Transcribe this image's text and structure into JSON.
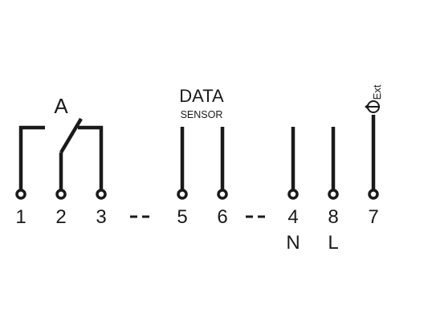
{
  "terminals": [
    {
      "id": "t1",
      "number": "1",
      "sub": ""
    },
    {
      "id": "t2",
      "number": "2",
      "sub": ""
    },
    {
      "id": "t3",
      "number": "3",
      "sub": ""
    },
    {
      "id": "t5",
      "number": "5",
      "sub": ""
    },
    {
      "id": "t6",
      "number": "6",
      "sub": ""
    },
    {
      "id": "t4",
      "number": "4",
      "sub": "N"
    },
    {
      "id": "t8",
      "number": "8",
      "sub": "L"
    },
    {
      "id": "t7",
      "number": "7",
      "sub": ""
    }
  ],
  "labels": {
    "relay": "A",
    "data": "DATA",
    "sensor": "SENSOR",
    "ext": "Ext"
  },
  "icons": {
    "ext_symbol": "circle-arrow-icon"
  },
  "colors": {
    "ink": "#1a1a1a",
    "background": "#ffffff"
  }
}
